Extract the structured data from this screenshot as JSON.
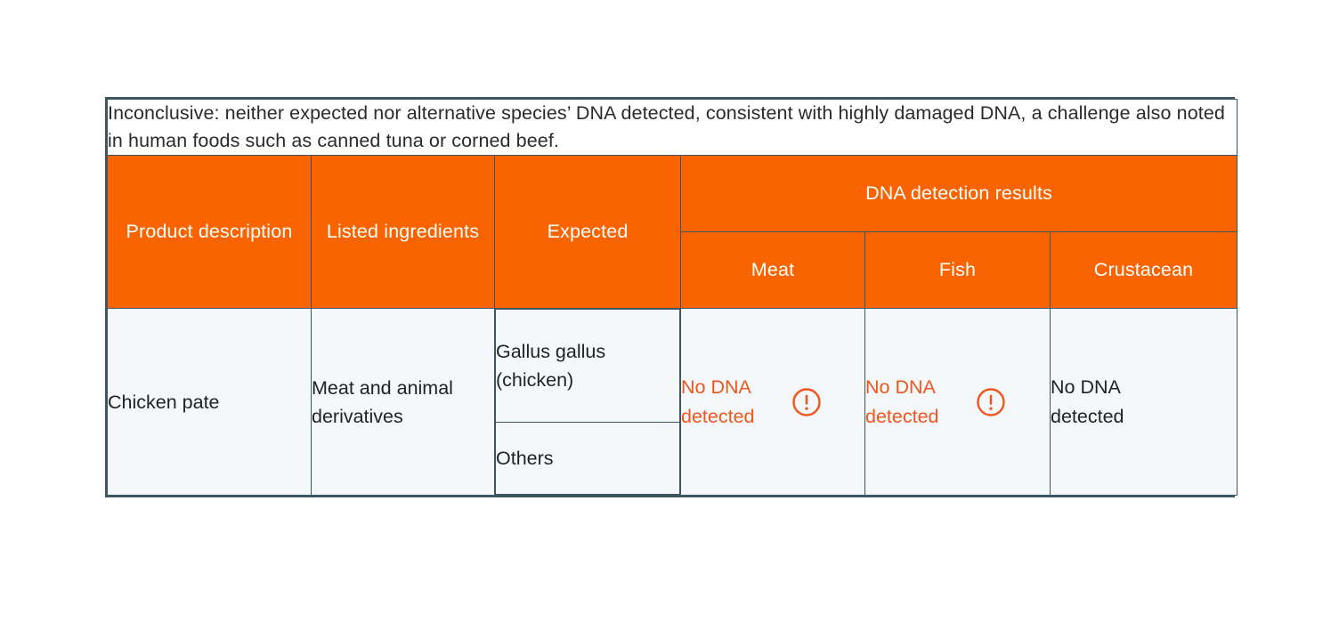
{
  "note": {
    "text": "Inconclusive: neither expected nor alternative species’ DNA detected, consistent with highly damaged DNA, a challenge also noted in human foods such as canned tuna or corned beef."
  },
  "colors": {
    "header_orange": "#f96400",
    "alert_orange": "#f0561c",
    "border": "#3d5662",
    "body_background": "#f4f8fb",
    "note_background": "#ffffff",
    "header_text": "#ffffff",
    "body_text": "#222222"
  },
  "table": {
    "headers": {
      "product_description": "Product description",
      "listed_ingredients": "Listed ingredients",
      "expected": "Expected",
      "dna_group": "DNA detection results",
      "meat": "Meat",
      "fish": "Fish",
      "crustacean": "Crustacean"
    },
    "rows": [
      {
        "product_description": "Chicken pate",
        "listed_ingredients": "Meat and animal derivatives",
        "expected": [
          "Gallus gallus (chicken)",
          "Others"
        ],
        "results": {
          "meat": {
            "text": "No DNA detected",
            "state": "alert",
            "icon": "warning-circle-icon"
          },
          "fish": {
            "text": "No DNA detected",
            "state": "alert",
            "icon": "warning-circle-icon"
          },
          "crustacean": {
            "text": "No DNA detected",
            "state": "normal",
            "icon": null
          }
        }
      }
    ]
  }
}
